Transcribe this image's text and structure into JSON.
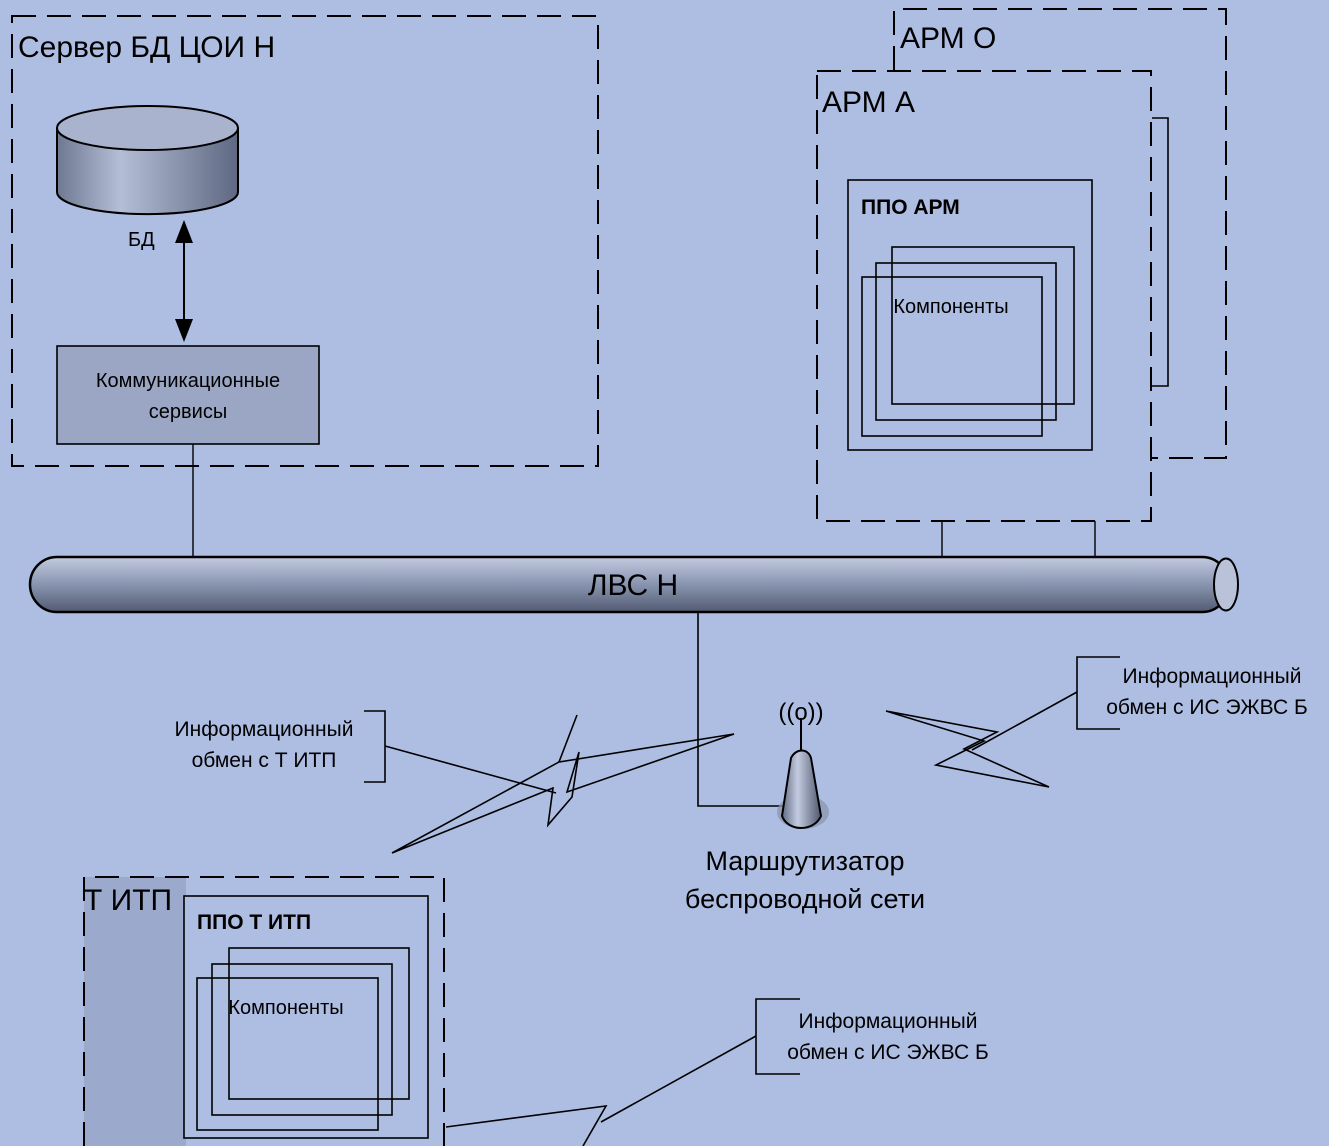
{
  "server": {
    "title": "Сервер БД ЦОИ Н",
    "db_label": "БД",
    "comm_line1": "Коммуникационные",
    "comm_line2": "сервисы"
  },
  "arm_o": {
    "title": "АРМ О"
  },
  "arm_a": {
    "title": "АРМ А",
    "ppo_title": "ППО АРМ",
    "components": "Компоненты"
  },
  "lan": {
    "label": "ЛВС Н"
  },
  "router": {
    "line1": "Маршрутизатор",
    "line2": "беспроводной сети",
    "signal_glyph": "((ο))"
  },
  "exchange_titp": {
    "line1": "Информационный",
    "line2": "обмен с Т ИТП"
  },
  "exchange_right": {
    "line1": "Информационный",
    "line2": "обмен с ИС ЭЖВС Б"
  },
  "exchange_bottom": {
    "line1": "Информационный",
    "line2": "обмен с ИС ЭЖВС Б"
  },
  "titp": {
    "title": "Т ИТП",
    "ppo_title": "ППО Т ИТП",
    "components": "Компоненты"
  },
  "colors": {
    "background": "#aebde2",
    "box_fill": "#9aa6c4",
    "pipe": "#8f9bb3",
    "titp_shade": "#9ba9cc"
  },
  "icons": [
    "database-icon",
    "router-icon",
    "wireless-signal-icon",
    "lan-pipe-icon",
    "lightning-link-icon"
  ]
}
